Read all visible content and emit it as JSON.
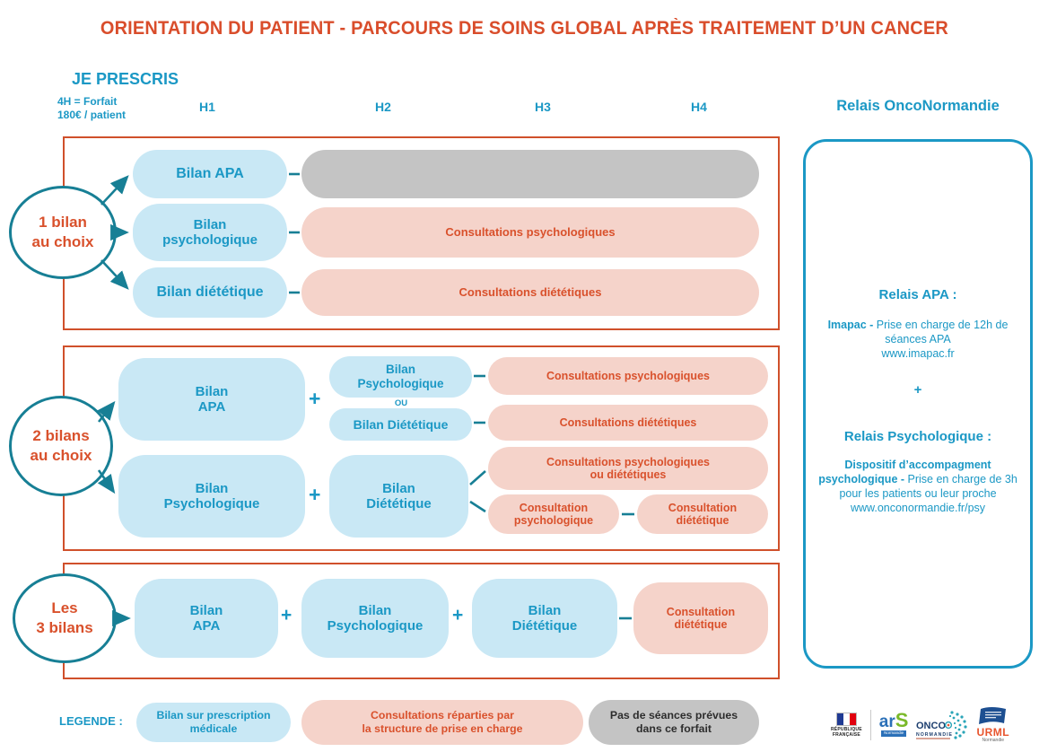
{
  "title": "ORIENTATION DU PATIENT - PARCOURS DE SOINS GLOBAL APRÈS TRAITEMENT D’UN CANCER",
  "header": {
    "je_prescris": "JE PRESCRIS",
    "forfait_line1": "4H = Forfait",
    "forfait_line2": "180€ / patient",
    "h1": "H1",
    "h2": "H2",
    "h3": "H3",
    "h4": "H4",
    "relais": "Relais OncoNormandie"
  },
  "box1": {
    "circle_line1": "1 bilan",
    "circle_line2": "au choix",
    "bilan_apa": "Bilan APA",
    "bilan_psy_line1": "Bilan",
    "bilan_psy_line2": "psychologique",
    "bilan_diet": "Bilan diététique",
    "consult_psy": "Consultations psychologiques",
    "consult_diet": "Consultations diététiques"
  },
  "box2": {
    "circle_line1": "2 bilans",
    "circle_line2": "au choix",
    "apa_line1": "Bilan",
    "apa_line2": "APA",
    "plus": "+",
    "psy_small_line1": "Bilan",
    "psy_small_line2": "Psychologique",
    "ou": "OU",
    "diet_small": "Bilan Diététique",
    "consult_psy": "Consultations psychologiques",
    "consult_diet": "Consultations diététiques",
    "psy_big_line1": "Bilan",
    "psy_big_line2": "Psychologique",
    "diet_big_line1": "Bilan",
    "diet_big_line2": "Diététique",
    "consult_mix_line1": "Consultations psychologiques",
    "consult_mix_line2": "ou diététiques",
    "consult_psy_small_line1": "Consultation",
    "consult_psy_small_line2": "psychologique",
    "consult_diet_small_line1": "Consultation",
    "consult_diet_small_line2": "diététique"
  },
  "box3": {
    "circle_line1": "Les",
    "circle_line2": "3 bilans",
    "apa_line1": "Bilan",
    "apa_line2": "APA",
    "plus": "+",
    "psy_line1": "Bilan",
    "psy_line2": "Psychologique",
    "diet_line1": "Bilan",
    "diet_line2": "Diététique",
    "consult_line1": "Consultation",
    "consult_line2": "diététique"
  },
  "panel": {
    "apa_title": "Relais APA :",
    "apa_lead": "Imapac - ",
    "apa_body": "Prise en charge de 12h de séances APA",
    "apa_url": "www.imapac.fr",
    "plus": "+",
    "psy_title": "Relais Psychologique :",
    "psy_lead": "Dispositif d’accompagment psychologique - ",
    "psy_body": "Prise en charge de 3h pour les patients ou leur proche",
    "psy_url": "www.onconormandie.fr/psy"
  },
  "legend": {
    "label": "LEGENDE :",
    "blue_line1": "Bilan sur prescription",
    "blue_line2": "médicale",
    "pink_line1": "Consultations réparties par",
    "pink_line2": "la structure de prise en charge",
    "gray_line1": "Pas de séances prévues",
    "gray_line2": "dans ce forfait"
  },
  "logos": {
    "republique_line1": "RÉPUBLIQUE",
    "republique_line2": "FRANÇAISE",
    "ars_ar": "ar",
    "ars_s": "S",
    "ars_banner": "Normandie",
    "onco": "ONCO",
    "onco_sub": "NORMANDIE",
    "urml": "URML",
    "urml_sub": "Normandie"
  },
  "colors": {
    "accent_orange": "#d9512c",
    "blue": "#1b98c5",
    "teal": "#177f95",
    "pill_blue": "#c9e8f5",
    "pill_pink": "#f5d3ca",
    "pill_gray": "#c4c4c4",
    "box_border": "#d0502b"
  }
}
